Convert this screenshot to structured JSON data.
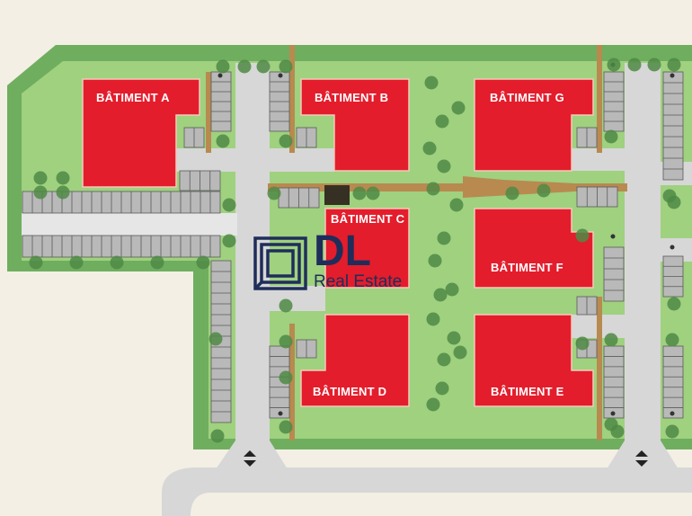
{
  "map": {
    "colors": {
      "background": "#f3efe4",
      "outer_green": "#6fae5f",
      "lawn": "#9fd17f",
      "road": "#d7d7d7",
      "building": "#e31d2c",
      "parking": "#b9b9b9",
      "path": "#b88a4f",
      "tree": "#4f8a45"
    },
    "buildings": [
      {
        "id": "A",
        "label": "BÂTIMENT A"
      },
      {
        "id": "B",
        "label": "BÂTIMENT B"
      },
      {
        "id": "G",
        "label": "BÂTIMENT G"
      },
      {
        "id": "C",
        "label": "BÂTIMENT C"
      },
      {
        "id": "F",
        "label": "BÂTIMENT F"
      },
      {
        "id": "D",
        "label": "BÂTIMENT D"
      },
      {
        "id": "E",
        "label": "BÂTIMENT E"
      }
    ],
    "icons": [
      "accessible-parking-icon",
      "two-way-arrow-icon"
    ]
  },
  "logo": {
    "main": "DL",
    "sub": "Real Estate"
  }
}
